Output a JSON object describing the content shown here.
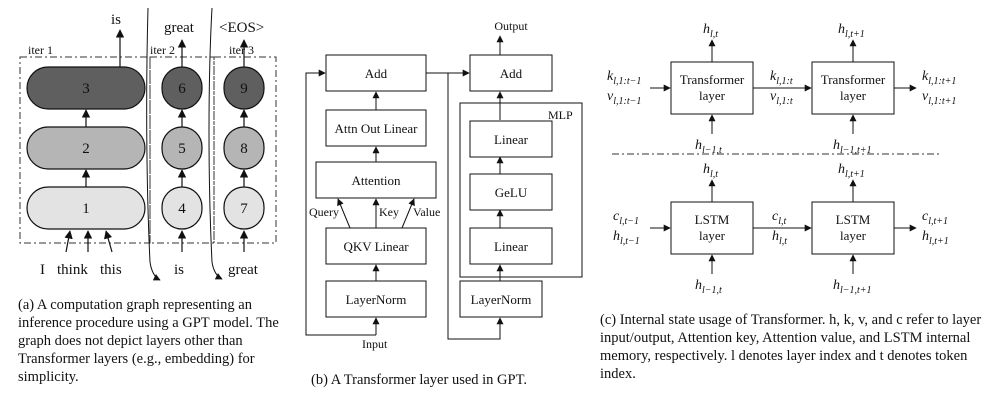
{
  "panel_a": {
    "iter_labels": [
      "iter 1",
      "iter 2",
      "iter 3"
    ],
    "nodes": [
      "1",
      "2",
      "3",
      "4",
      "5",
      "6",
      "7",
      "8",
      "9"
    ],
    "input_tokens": [
      "I",
      "think",
      "this"
    ],
    "output_tokens": [
      "is",
      "great",
      "<EOS>"
    ],
    "fed_tokens": [
      "is",
      "great"
    ],
    "caption": "(a) A computation graph representing an inference procedure using a GPT model. The graph does not depict layers other than Transformer layers (e.g., embedding) for simplicity."
  },
  "panel_b": {
    "left": {
      "add": "Add",
      "attn_out": "Attn Out Linear",
      "attention": "Attention",
      "query": "Query",
      "key": "Key",
      "value": "Value",
      "qkv": "QKV Linear",
      "layernorm": "LayerNorm",
      "input": "Input"
    },
    "right": {
      "output": "Output",
      "add": "Add",
      "mlp": "MLP",
      "linear_top": "Linear",
      "gelu": "GeLU",
      "linear_bottom": "Linear",
      "layernorm": "LayerNorm"
    },
    "caption": "(b) A Transformer layer used in GPT."
  },
  "panel_c": {
    "transformer_box": [
      "Transformer",
      "layer"
    ],
    "lstm_box": [
      "LSTM",
      "layer"
    ],
    "caption": "(c) Internal state usage of Transformer. h, k, v, and c refer to layer input/output, Attention key, Attention value, and LSTM internal memory, respectively. l denotes layer index and t denotes token index."
  }
}
